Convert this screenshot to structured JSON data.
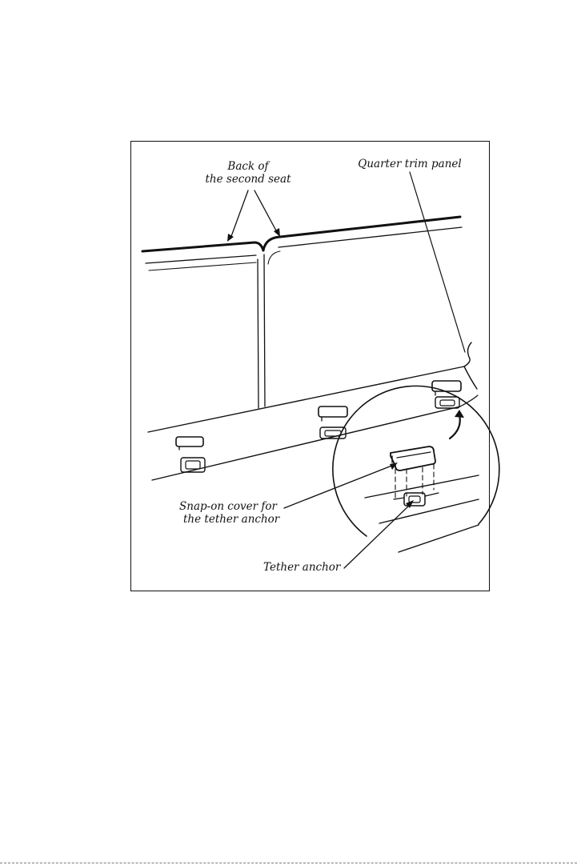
{
  "figure": {
    "labels": {
      "back_of_seat_line1": "Back of",
      "back_of_seat_line2": "the second seat",
      "quarter_trim_panel": "Quarter trim panel",
      "snap_on_cover_line1": "Snap-on cover for",
      "snap_on_cover_line2": "the tether anchor",
      "tether_anchor": "Tether anchor"
    },
    "colors": {
      "ink": "#111111",
      "background": "#ffffff"
    }
  }
}
